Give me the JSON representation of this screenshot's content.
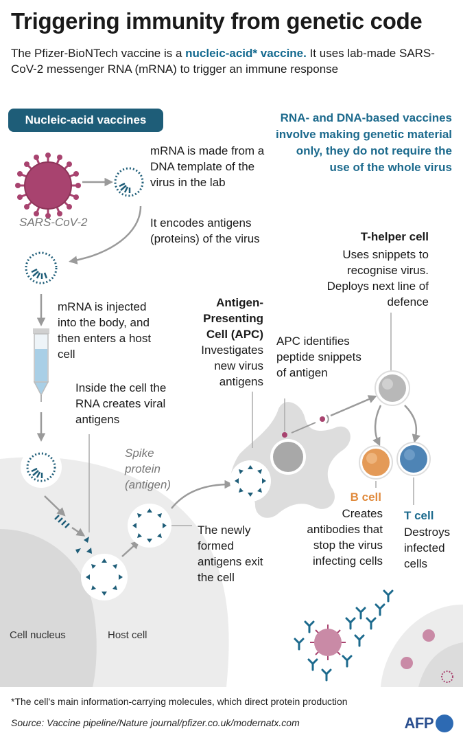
{
  "title": "Triggering immunity from genetic code",
  "subtitle": {
    "part1": "The Pfizer-BioNTech vaccine is a ",
    "highlight": "nucleic-acid* vaccine.",
    "part2": " It uses lab-made SARS-CoV-2 messenger RNA (mRNA) to trigger an immune response"
  },
  "section_pill": "Nucleic-acid vaccines",
  "callout": "RNA- and DNA-based vaccines involve making genetic material only, they do not require the use of the whole virus",
  "virus_label": "SARS-CoV-2",
  "step_mrna_made": "mRNA is made from a DNA template of the virus in the lab",
  "step_encodes": "It encodes antigens (proteins) of the virus",
  "step_injected": "mRNA is injected into the body, and then enters a host cell",
  "step_inside": "Inside the cell the RNA creates viral antigens",
  "spike_label": "Spike protein (antigen)",
  "step_exit": "The newly formed antigens exit the cell",
  "apc_title": "Antigen-Presenting Cell (APC)",
  "apc_desc": "Investigates new virus antigens",
  "apc_identifies": "APC identifies peptide snippets of antigen",
  "thelper_title": "T-helper cell",
  "thelper_desc": "Uses snippets to recognise virus. Deploys next line of defence",
  "bcell_title": "B cell",
  "bcell_desc": "Creates antibodies that stop the virus infecting cells",
  "tcell_title": "T cell",
  "tcell_desc": "Destroys infected cells",
  "nucleus_label": "Cell nucleus",
  "hostcell_label": "Host cell",
  "footnote": "*The cell's main information-carrying molecules, which direct protein production",
  "source": "Source: Vaccine pipeline/Nature journal/pfizer.co.uk/modernatx.com",
  "logo": "AFP",
  "colors": {
    "accent_blue": "#1c6a8d",
    "pill_bg": "#1e5d78",
    "virus": "#a8436f",
    "b_cell": "#e49a57",
    "t_cell": "#4e84b5",
    "cell_grey": "#ececec"
  }
}
